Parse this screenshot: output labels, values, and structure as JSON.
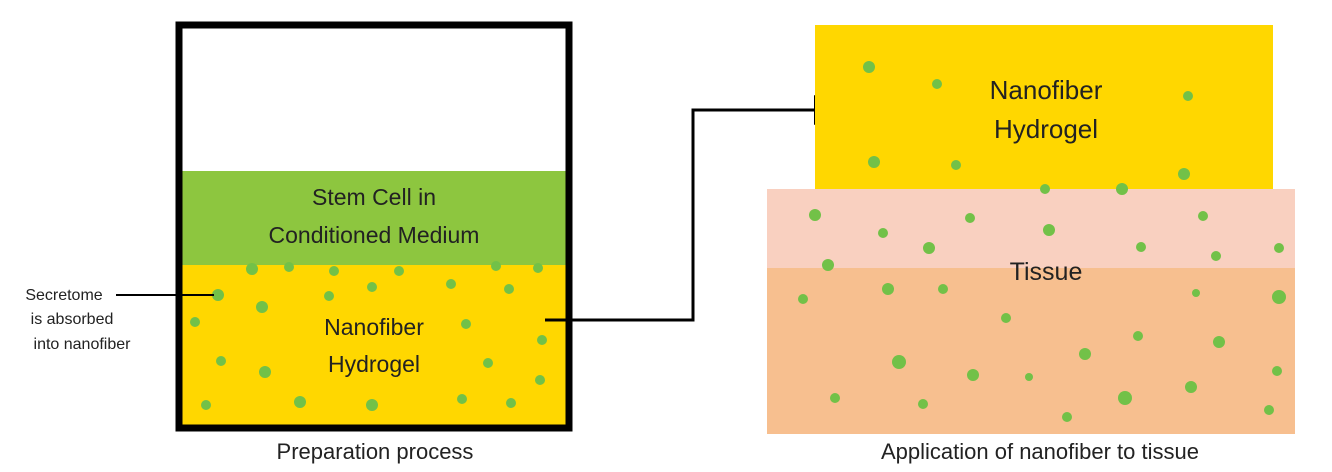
{
  "colors": {
    "hydrogel": "#FFD700",
    "medium": "#8DC63F",
    "tissue_upper": "#F9D0C0",
    "tissue_lower": "#F7BF8F",
    "dot": "#72C148",
    "outline": "#000000"
  },
  "left_panel": {
    "medium_label_line1": "Stem Cell in",
    "medium_label_line2": "Conditioned Medium",
    "hydrogel_label_line1": "Nanofiber",
    "hydrogel_label_line2": "Hydrogel",
    "callout_line1": "Secretome",
    "callout_line2": "is absorbed",
    "callout_line3": "into nanofiber",
    "caption": "Preparation process"
  },
  "right_panel": {
    "hydrogel_label_line1": "Nanofiber",
    "hydrogel_label_line2": "Hydrogel",
    "tissue_label": "Tissue",
    "caption": "Application of nanofiber to tissue"
  }
}
